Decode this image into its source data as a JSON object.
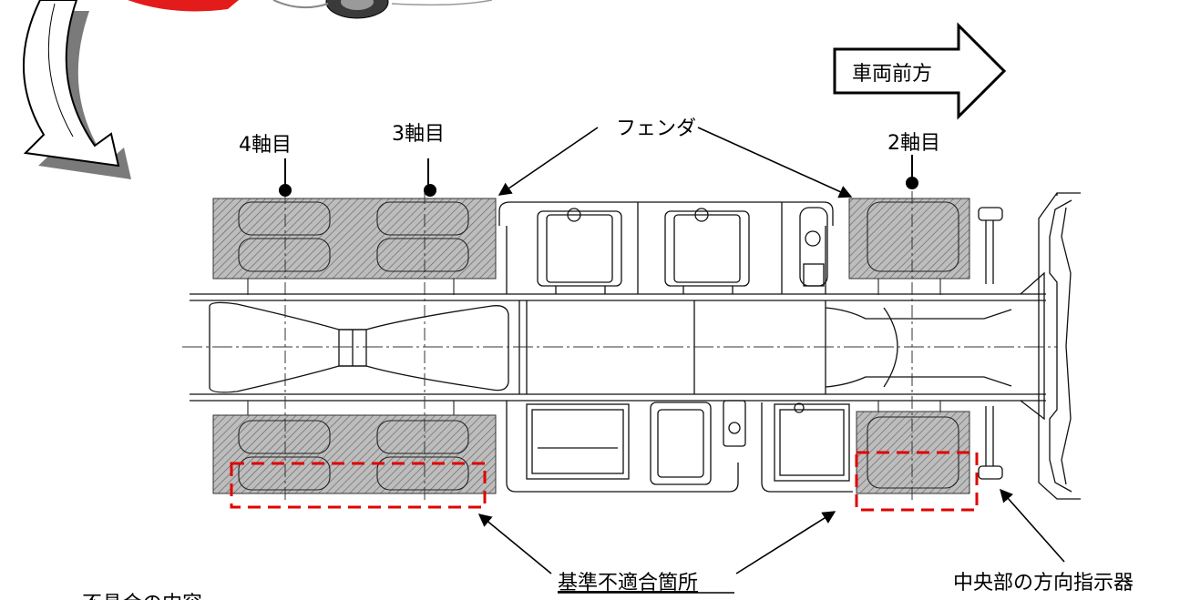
{
  "labels": {
    "direction": "車両前方",
    "fender": "フェンダ",
    "axle4": "4軸目",
    "axle3": "3軸目",
    "axle2": "2軸目",
    "nonconforming": "基準不適合箇所",
    "turn_signal": "中央部の方向指示器",
    "defect_heading": "不具合の内容"
  },
  "colors": {
    "highlight": "#e00000",
    "hatch": "#555555",
    "line": "#000000"
  }
}
